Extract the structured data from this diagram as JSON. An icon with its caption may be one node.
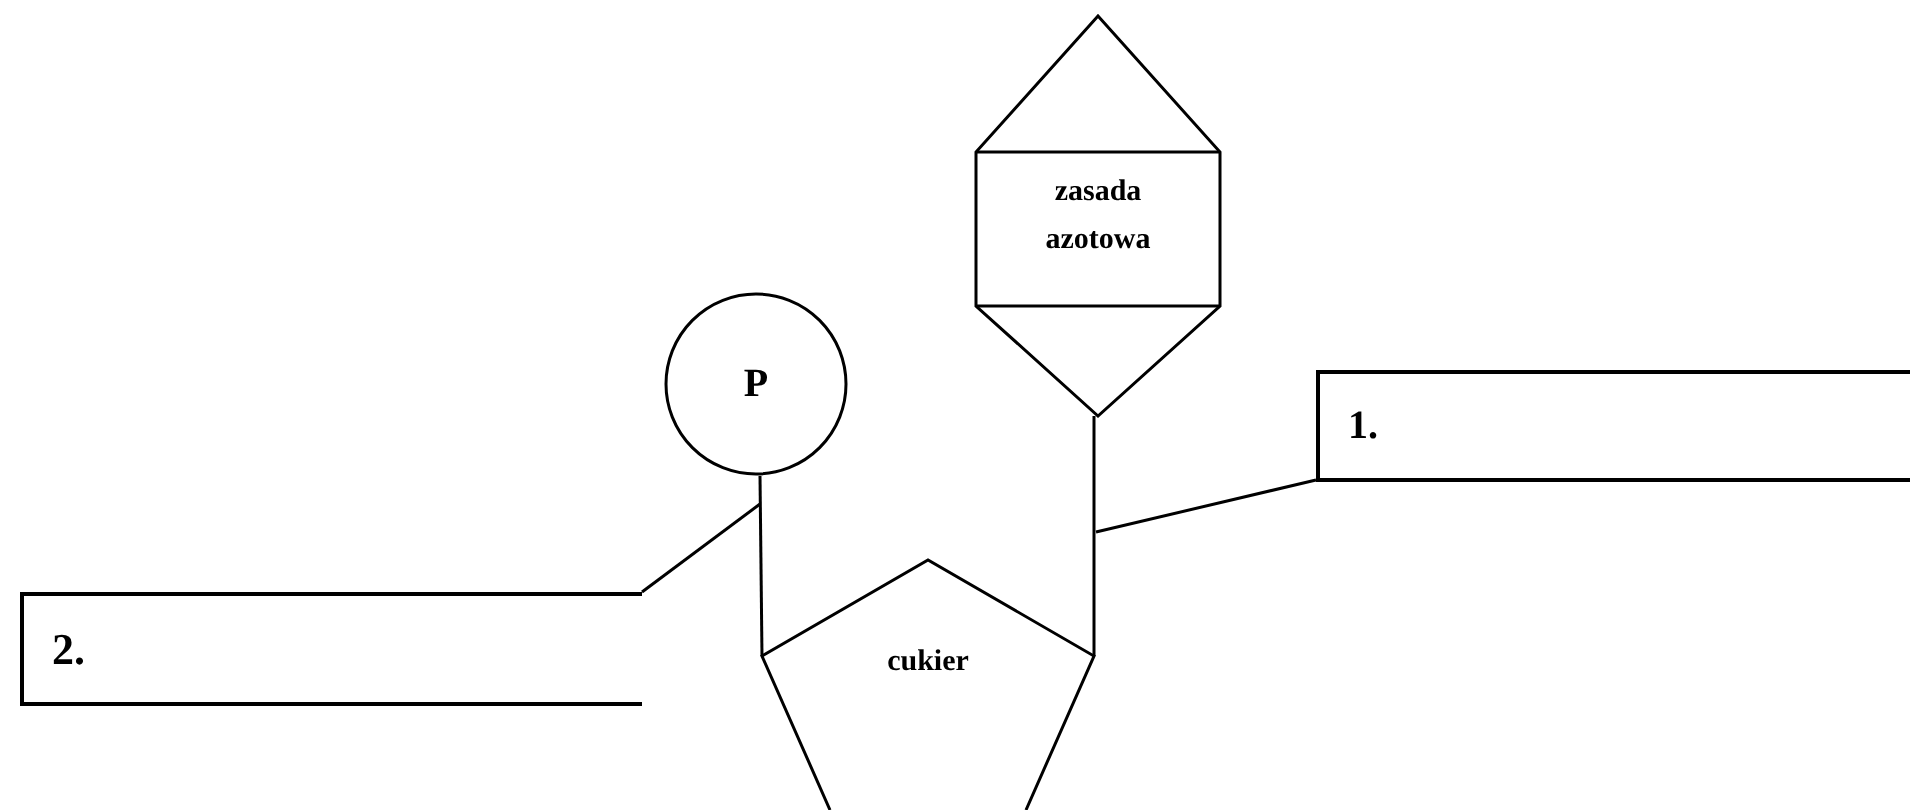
{
  "diagram": {
    "nodes": [
      {
        "text": [
          "zasada azotowa"
        ]
      },
      {
        "text": [
          "P"
        ]
      },
      {
        "text": [
          "1."
        ]
      },
      {
        "text": [
          "2."
        ]
      },
      {
        "text": [
          "cukier"
        ]
      }
    ],
    "edges": [
      {
        "from": 1,
        "to": 4,
        "arrow": "none"
      },
      {
        "from": 0,
        "to": 4,
        "arrow": "none"
      },
      {
        "from": 2,
        "to": null,
        "arrow": "none"
      },
      {
        "from": 3,
        "to": null,
        "arrow": "none"
      }
    ]
  }
}
